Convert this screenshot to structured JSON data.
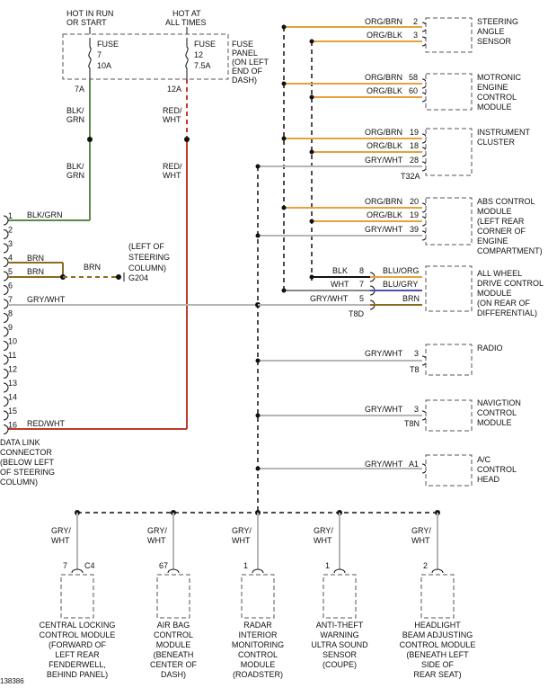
{
  "colors": {
    "blk_grn": "#5c8a4a",
    "red_wht": "#c0392b",
    "orange": "#e6a23c",
    "gray": "#b5b5b5",
    "black": "#111111",
    "blue": "#4a4fb0",
    "brown": "#8b6b1f"
  },
  "fuse_panel": {
    "hot_run_start": [
      "HOT IN RUN",
      "OR START"
    ],
    "hot_all_times": [
      "HOT AT",
      "ALL TIMES"
    ],
    "fuse7": [
      "FUSE",
      "7",
      "10A"
    ],
    "fuse12": [
      "FUSE",
      "12",
      "7.5A"
    ],
    "panel_label": [
      "FUSE",
      "PANEL",
      "(ON LEFT",
      "END OF",
      "DASH)"
    ],
    "out7": "7A",
    "out12": "12A"
  },
  "wires": {
    "blk_grn_1": [
      "BLK/",
      "GRN"
    ],
    "blk_grn_2": [
      "BLK/",
      "GRN"
    ],
    "red_wht_1": [
      "RED/",
      "WHT"
    ],
    "red_wht_2": [
      "RED/",
      "WHT"
    ],
    "brn": "BRN",
    "ground": [
      "(LEFT OF",
      "STEERING",
      "COLUMN)"
    ],
    "ground_id": "G204"
  },
  "dlc": {
    "pins": [
      "1",
      "2",
      "3",
      "4",
      "5",
      "6",
      "7",
      "8",
      "9",
      "10",
      "11",
      "12",
      "13",
      "14",
      "15",
      "16"
    ],
    "pin1_wire": "BLK/GRN",
    "pin4_wire": "BRN",
    "pin5_wire": "BRN",
    "pin7_wire": "GRY/WHT",
    "pin16_wire": "RED/WHT",
    "label": [
      "DATA LINK",
      "CONNECTOR",
      "(BELOW LEFT",
      "OF STEERING",
      "COLUMN)"
    ]
  },
  "modules": {
    "steering": {
      "wires": [
        {
          "color": "ORG/BRN",
          "pin": "2"
        },
        {
          "color": "ORG/BLK",
          "pin": "3"
        }
      ],
      "name": [
        "STEERING",
        "ANGLE",
        "SENSOR"
      ]
    },
    "motronic": {
      "wires": [
        {
          "color": "ORG/BRN",
          "pin": "58"
        },
        {
          "color": "ORG/BLK",
          "pin": "60"
        }
      ],
      "name": [
        "MOTRONIC",
        "ENGINE",
        "CONTROL",
        "MODULE"
      ]
    },
    "cluster": {
      "wires": [
        {
          "color": "ORG/BRN",
          "pin": "19"
        },
        {
          "color": "ORG/BLK",
          "pin": "18"
        },
        {
          "color": "GRY/WHT",
          "pin": "28"
        }
      ],
      "conn": "T32A",
      "name": [
        "INSTRUMENT",
        "CLUSTER"
      ]
    },
    "abs": {
      "wires": [
        {
          "color": "ORG/BRN",
          "pin": "20"
        },
        {
          "color": "ORG/BLK",
          "pin": "19"
        },
        {
          "color": "GRY/WHT",
          "pin": "39"
        }
      ],
      "name": [
        "ABS CONTROL",
        "MODULE",
        "(LEFT REAR",
        "CORNER OF",
        "ENGINE",
        "COMPARTMENT)"
      ]
    },
    "awd": {
      "wires_left": [
        {
          "color": "BLK",
          "pin": "8"
        },
        {
          "color": "WHT",
          "pin": "7"
        },
        {
          "color": "GRY/WHT",
          "pin": "5"
        }
      ],
      "wires_right": [
        "BLU/ORG",
        "BLU/GRY",
        "BRN"
      ],
      "conn": "T8D",
      "name": [
        "ALL WHEEL",
        "DRIVE CONTROL",
        "MODULE",
        "(ON REAR OF",
        "DIFFERENTIAL)"
      ]
    },
    "radio": {
      "wire": "GRY/WHT",
      "pin": "3",
      "conn": "T8",
      "name": [
        "RADIO"
      ]
    },
    "nav": {
      "wire": "GRY/WHT",
      "pin": "3",
      "conn": "T8N",
      "name": [
        "NAVIGTION",
        "CONTROL",
        "MODULE"
      ]
    },
    "ac": {
      "wire": "GRY/WHT",
      "pin": "A1",
      "name": [
        "A/C",
        "CONTROL",
        "HEAD"
      ]
    }
  },
  "bottom_modules": [
    {
      "wire": [
        "GRY/",
        "WHT"
      ],
      "pin": "7",
      "conn": "C4",
      "name": [
        "CENTRAL LOCKING",
        "CONTROL MODULE",
        "(FORWARD OF",
        "LEFT REAR",
        "FENDERWELL,",
        "BEHIND PANEL)"
      ]
    },
    {
      "wire": [
        "GRY/",
        "WHT"
      ],
      "pin": "67",
      "conn": "",
      "name": [
        "AIR BAG",
        "CONTROL",
        "MODULE",
        "(BENEATH",
        "CENTER OF",
        "DASH)"
      ]
    },
    {
      "wire": [
        "GRY/",
        "WHT"
      ],
      "pin": "1",
      "conn": "",
      "name": [
        "RADAR",
        "INTERIOR",
        "MONITORING",
        "CONTROL",
        "MODULE",
        "(ROADSTER)"
      ]
    },
    {
      "wire": [
        "GRY/",
        "WHT"
      ],
      "pin": "1",
      "conn": "",
      "name": [
        "ANTI-THEFT",
        "WARNING",
        "ULTRA SOUND",
        "SENSOR",
        "(COUPE)"
      ]
    },
    {
      "wire": [
        "GRY/",
        "WHT"
      ],
      "pin": "2",
      "conn": "",
      "name": [
        "HEADLIGHT",
        "BEAM ADJUSTING",
        "CONTROL MODULE",
        "(BENEATH LEFT",
        "SIDE OF",
        "REAR SEAT)"
      ]
    }
  ],
  "figure_id": "138386"
}
